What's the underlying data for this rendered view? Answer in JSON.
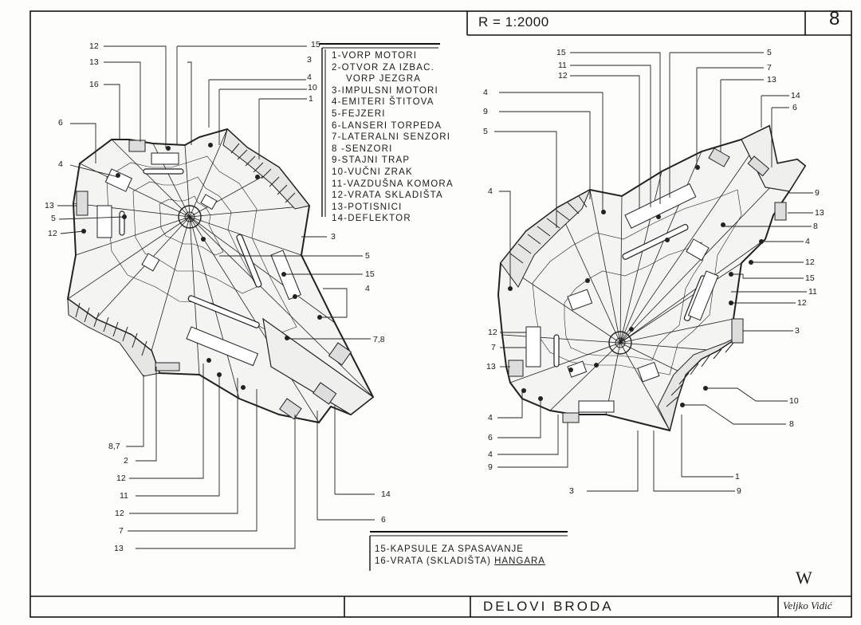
{
  "sheet": {
    "scale": "R = 1:2000",
    "number": "8",
    "title": "DELOVI BRODA",
    "monogram": "W",
    "signature": "Veljko Vidić"
  },
  "legend": [
    "1-VORP MOTORI",
    "2-OTVOR ZA IZBAC.",
    "VORP JEZGRA",
    "3-IMPULSNI MOTORI",
    "4-EMITERI ŠTITOVA",
    "5-FEJZERI",
    "6-LANSERI TORPEDA",
    "7-LATERALNI SENZORI",
    "8 -SENZORI",
    "9-STAJNI TRAP",
    "10-VUČNI ZRAK",
    "11-VAZDUŠNA KOMORA",
    "12-VRATA SKLADIŠTA",
    "13-POTISNICI",
    "14-DEFLEKTOR"
  ],
  "legend_extra": [
    "15-KAPSULE ZA SPASAVANJE",
    "16-VRATA (SKLADIŠTA) HANGARA"
  ],
  "left_callouts": [
    "12",
    "15",
    "13",
    "3",
    "16",
    "4",
    "10",
    "1",
    "6",
    "4",
    "13",
    "5",
    "12",
    "3",
    "5",
    "15",
    "4",
    "7,8",
    "8,7",
    "2",
    "12",
    "11",
    "12",
    "7",
    "13",
    "14",
    "6"
  ],
  "right_callouts": [
    "15",
    "5",
    "11",
    "7",
    "12",
    "13",
    "4",
    "14",
    "6",
    "9",
    "5",
    "9",
    "4",
    "13",
    "8",
    "4",
    "12",
    "15",
    "11",
    "12",
    "3",
    "12",
    "7",
    "13",
    "10",
    "8",
    "4",
    "6",
    "4",
    "9",
    "1",
    "3",
    "9"
  ]
}
